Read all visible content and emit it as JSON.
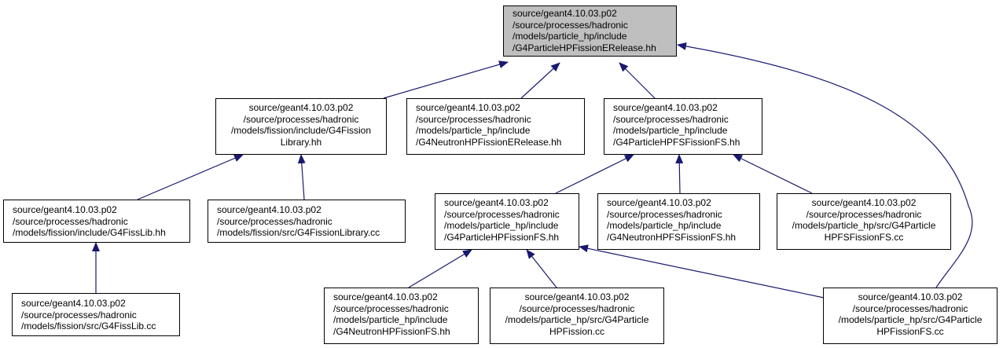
{
  "colors": {
    "edge": "#191970",
    "root_fill": "#bfbfbf",
    "node_fill": "#ffffff",
    "border": "#000000"
  },
  "nodes": {
    "root": [
      "source/geant4.10.03.p02",
      "/source/processes/hadronic",
      "/models/particle_hp/include",
      "/G4ParticleHPFissionERelease.hh"
    ],
    "g4fission_library_hh": [
      "source/geant4.10.03.p02",
      "/source/processes/hadronic",
      "/models/fission/include/G4Fission",
      "Library.hh"
    ],
    "g4neutron_hp_fission_erelease_hh": [
      "source/geant4.10.03.p02",
      "/source/processes/hadronic",
      "/models/particle_hp/include",
      "/G4NeutronHPFissionERelease.hh"
    ],
    "g4particle_hpfs_fission_fs_hh": [
      "source/geant4.10.03.p02",
      "/source/processes/hadronic",
      "/models/particle_hp/include",
      "/G4ParticleHPFSFissionFS.hh"
    ],
    "g4fisslib_hh": [
      "source/geant4.10.03.p02",
      "/source/processes/hadronic",
      "/models/fission/include/G4FissLib.hh"
    ],
    "g4fission_library_cc": [
      "source/geant4.10.03.p02",
      "/source/processes/hadronic",
      "/models/fission/src/G4FissionLibrary.cc"
    ],
    "g4particle_hp_fission_fs_hh": [
      "source/geant4.10.03.p02",
      "/source/processes/hadronic",
      "/models/particle_hp/include",
      "/G4ParticleHPFissionFS.hh"
    ],
    "g4neutron_hpfs_fission_fs_hh": [
      "source/geant4.10.03.p02",
      "/source/processes/hadronic",
      "/models/particle_hp/include",
      "/G4NeutronHPFSFissionFS.hh"
    ],
    "g4particle_hpfs_fission_fs_cc": [
      "source/geant4.10.03.p02",
      "/source/processes/hadronic",
      "/models/particle_hp/src/G4Particle",
      "HPFSFissionFS.cc"
    ],
    "g4fisslib_cc": [
      "source/geant4.10.03.p02",
      "/source/processes/hadronic",
      "/models/fission/src/G4FissLib.cc"
    ],
    "g4neutron_hp_fission_fs_hh": [
      "source/geant4.10.03.p02",
      "/source/processes/hadronic",
      "/models/particle_hp/include",
      "/G4NeutronHPFissionFS.hh"
    ],
    "g4particle_hp_fission_cc": [
      "source/geant4.10.03.p02",
      "/source/processes/hadronic",
      "/models/particle_hp/src/G4Particle",
      "HPFission.cc"
    ],
    "g4particle_hp_fission_fs_cc": [
      "source/geant4.10.03.p02",
      "/source/processes/hadronic",
      "/models/particle_hp/src/G4Particle",
      "HPFissionFS.cc"
    ]
  }
}
